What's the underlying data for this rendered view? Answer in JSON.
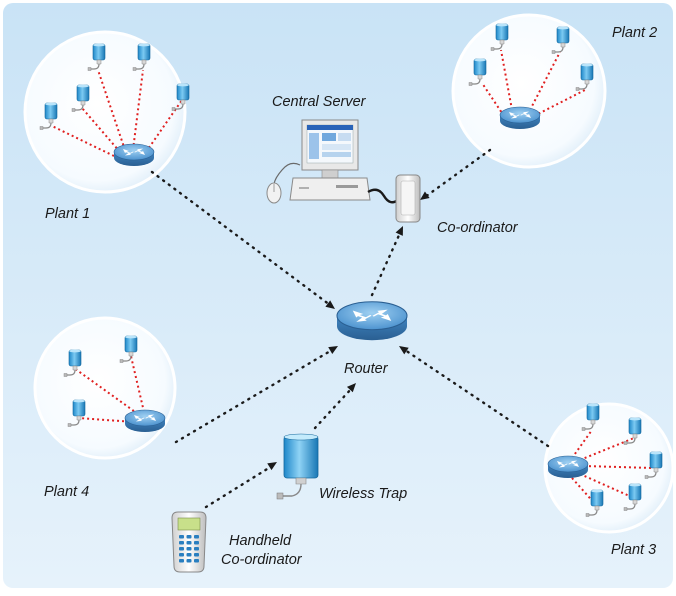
{
  "labels": {
    "plant1": "Plant 1",
    "plant2": "Plant 2",
    "plant3": "Plant 3",
    "plant4": "Plant 4",
    "central_server": "Central Server",
    "coordinator": "Co-ordinator",
    "router": "Router",
    "wireless_trap": "Wireless Trap",
    "handheld_line1": "Handheld",
    "handheld_line2": "Co-ordinator"
  },
  "colors": {
    "background_top": "#cfe6f7",
    "background_bottom": "#e9f4fc",
    "plant_circle": "#ffffff",
    "sensor_blue": "#2f9fd8",
    "router_blue": "#5a9ed6",
    "sensor_link": "#e02020",
    "network_link": "#1a1a1a"
  },
  "icons": {
    "sensor": "sensor-icon",
    "router": "router-icon",
    "server": "computer-icon",
    "coordinator": "coordinator-device-icon",
    "trap": "wireless-trap-icon",
    "handheld": "handheld-device-icon"
  }
}
